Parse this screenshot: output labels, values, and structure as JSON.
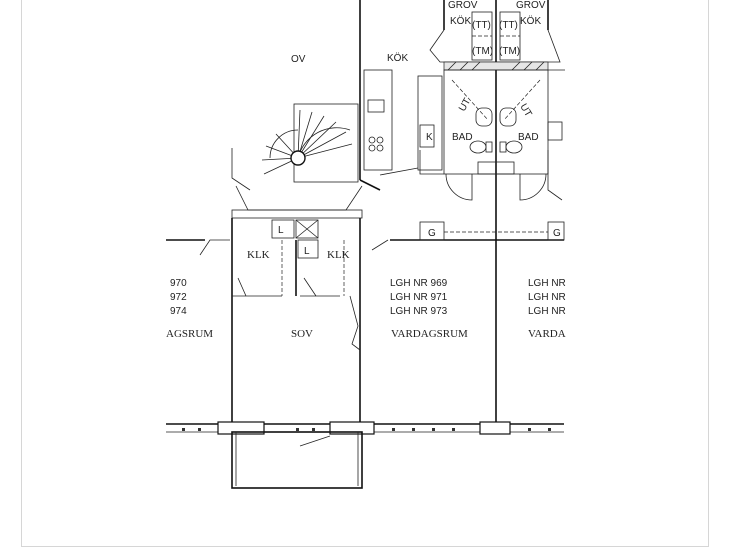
{
  "plan": {
    "rooms": {
      "sov_top": "OV",
      "kok": "KÖK",
      "grov_kok_left": "GROV\nKÖK",
      "grov_kok_right": "GROV\nKÖK",
      "tt_left": "(TT)",
      "tm_left": "(TM)",
      "tt_right": "(TT)",
      "tm_right": "(TM)",
      "bad_left": "BAD",
      "bad_right": "BAD",
      "ut_left": "UT",
      "ut_right": "UT",
      "klk_left": "KLK",
      "klk_right": "KLK",
      "l_left": "L",
      "l_right": "L",
      "k_small": "K",
      "g_left": "G",
      "g_right": "G",
      "sov": "SOV",
      "vardagsrum_mid": "VARDAGSRUM",
      "vardagsrum_left": "AGSRUM",
      "vardagsrum_right": "VARDA"
    },
    "apartments_left": [
      "970",
      "972",
      "974"
    ],
    "apartments_mid": [
      "LGH NR 969",
      "LGH NR 971",
      "LGH NR 973"
    ],
    "apartments_right": [
      "LGH NR",
      "LGH NR",
      "LGH NR"
    ]
  }
}
